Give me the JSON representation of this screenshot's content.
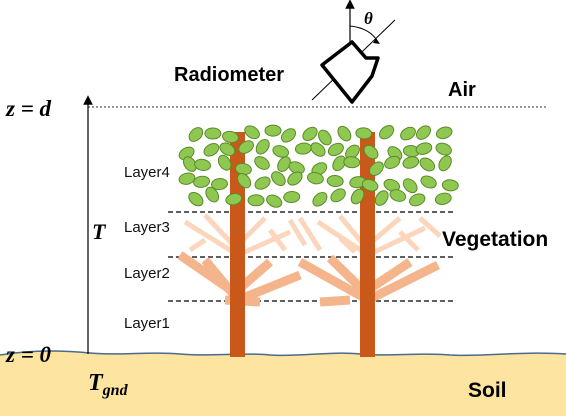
{
  "labels": {
    "radiometer": "Radiometer",
    "air": "Air",
    "vegetation": "Vegetation",
    "soil": "Soil",
    "theta": "θ",
    "z_top": "z = d",
    "z_bottom": "z = 0",
    "temperature": "T",
    "t_gnd_main": "T",
    "t_gnd_sub": "gnd"
  },
  "layers": [
    "Layer4",
    "Layer3",
    "Layer2",
    "Layer1"
  ],
  "colors": {
    "soil": "#fde4a0",
    "soil_line": "#4a6b8a",
    "trunk": "#c8591a",
    "leaf_fill": "#8fc851",
    "leaf_stroke": "#5a8a2a",
    "branch_dark": "#f4b48c",
    "branch_light": "#fbd6bd"
  },
  "icons": [
    "radiometer-icon",
    "tree-icon"
  ]
}
